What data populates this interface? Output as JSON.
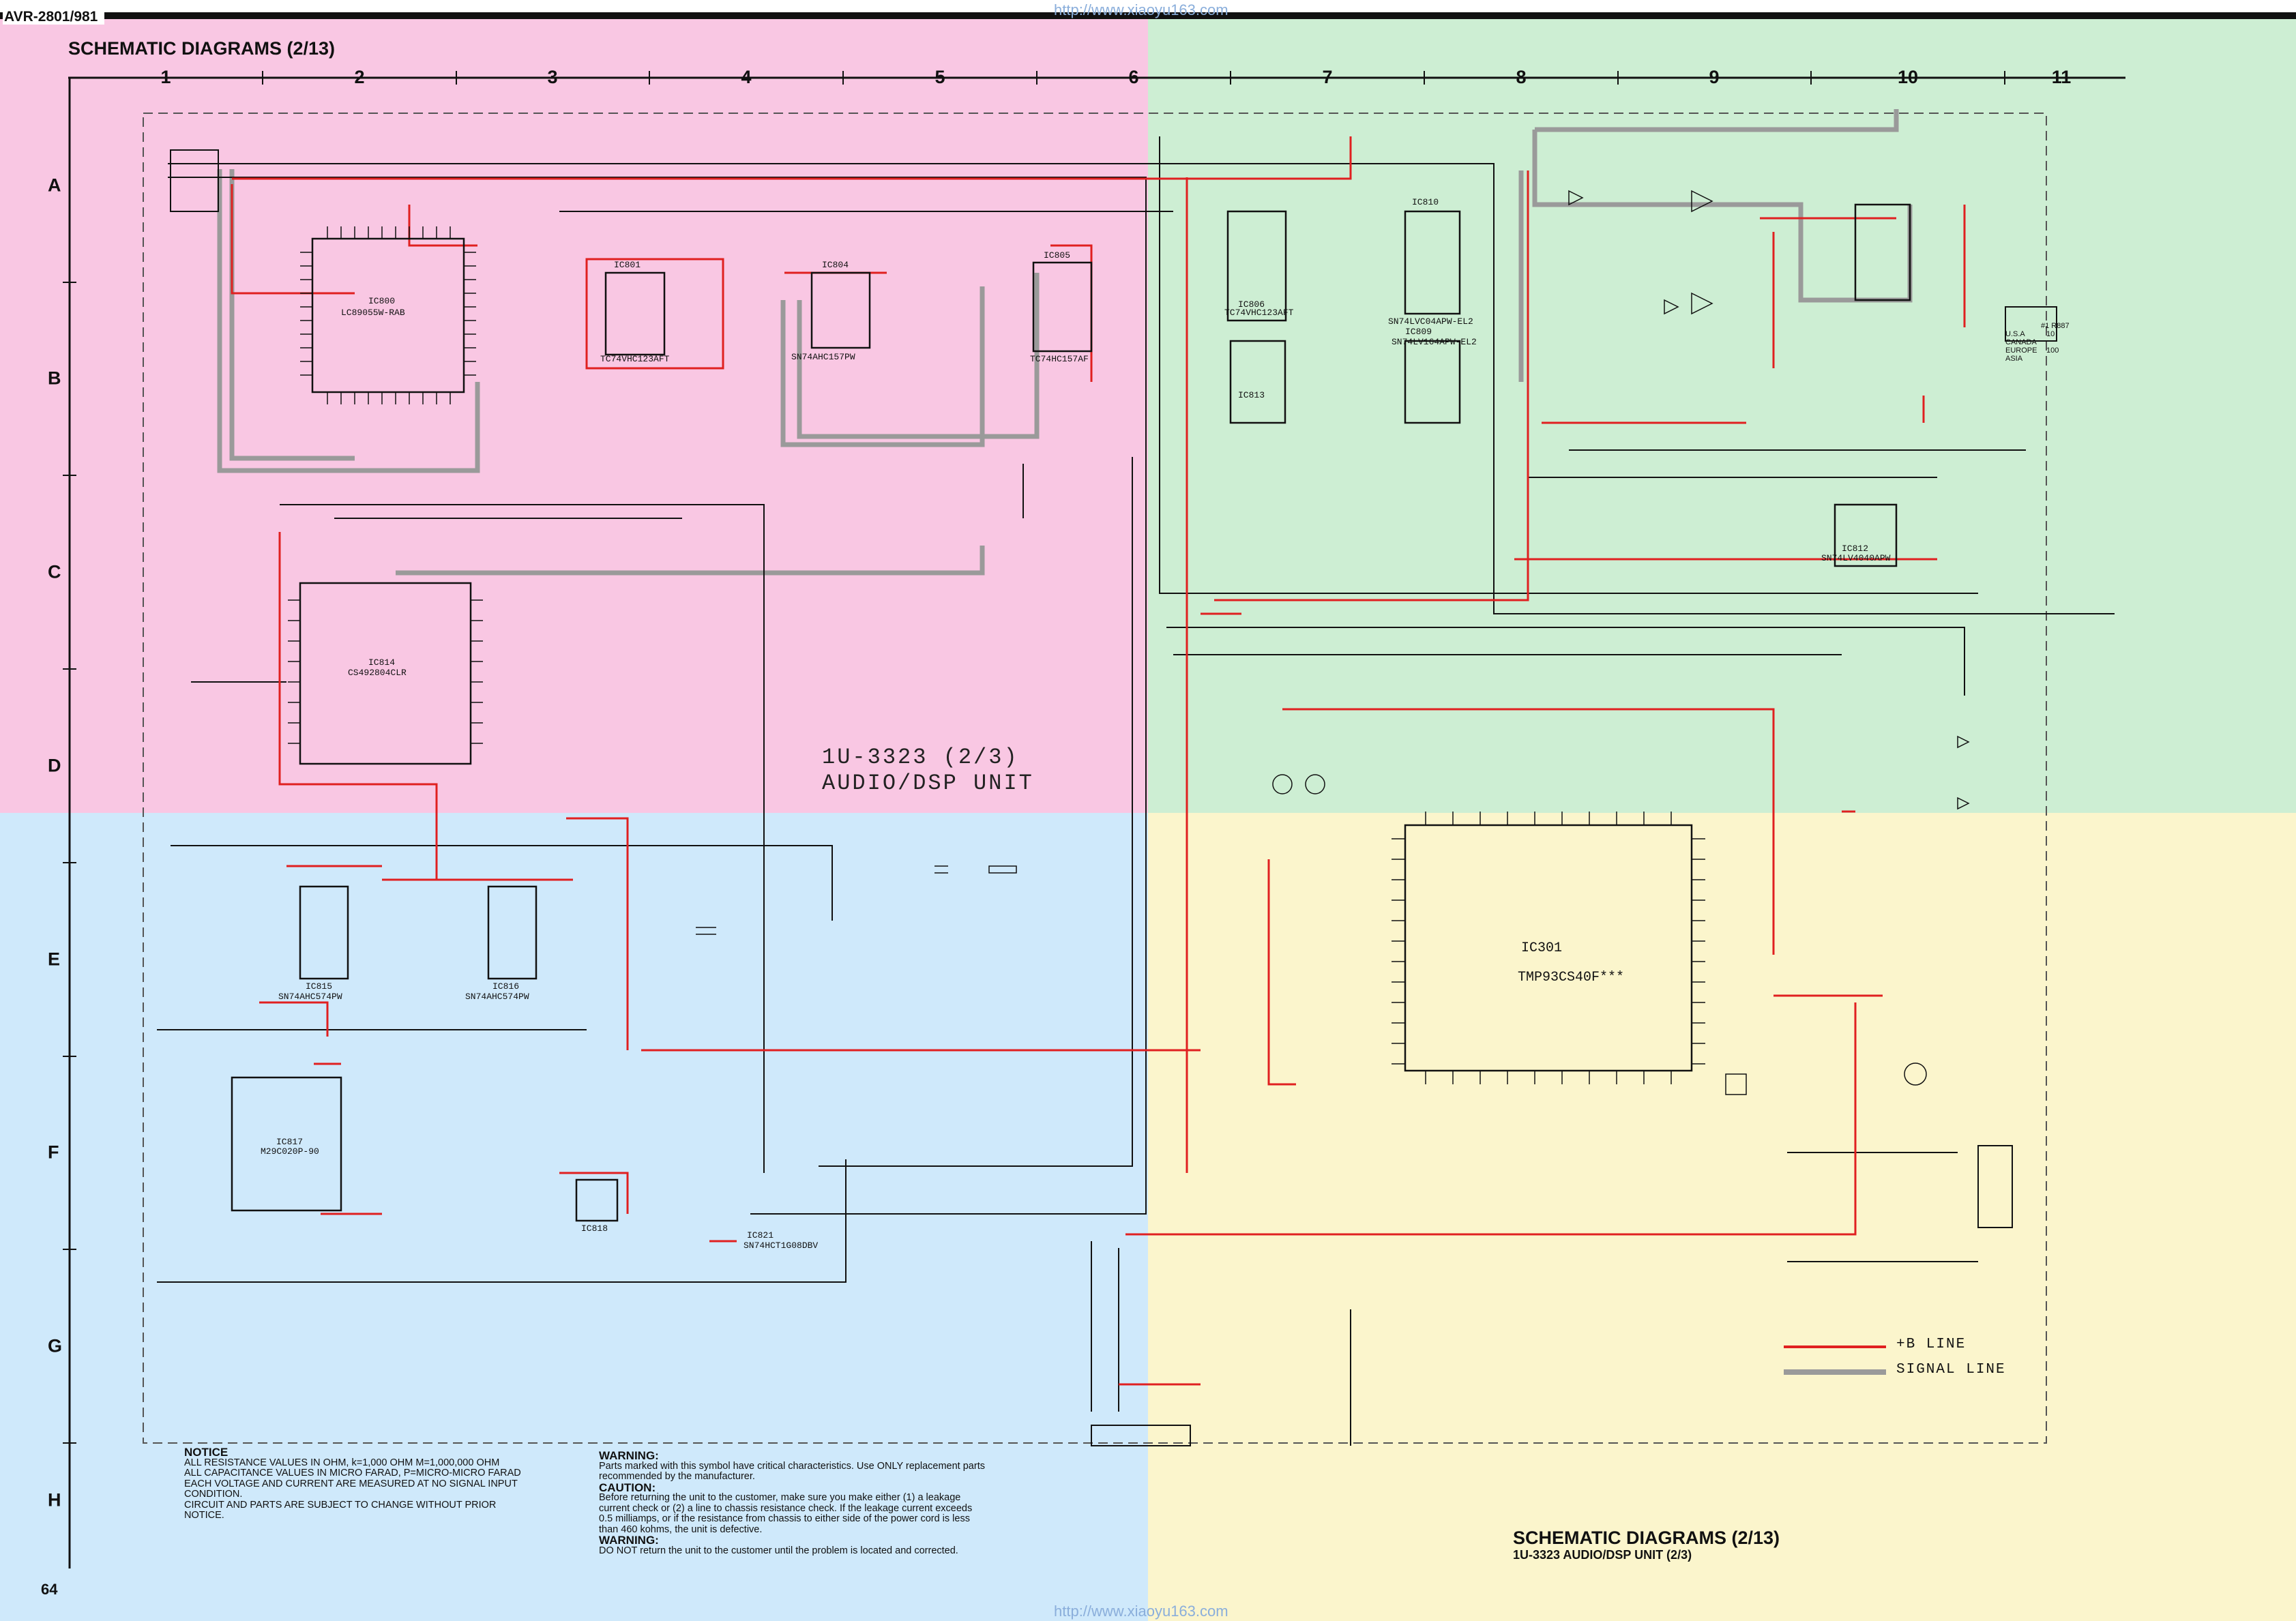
{
  "header": {
    "model": "AVR-2801/981",
    "title": "SCHEMATIC DIAGRAMS (2/13)",
    "url": "http://www.xiaoyu163.com"
  },
  "grid": {
    "columns": [
      "1",
      "2",
      "3",
      "4",
      "5",
      "6",
      "7",
      "8",
      "9",
      "10",
      "11"
    ],
    "rows": [
      "A",
      "B",
      "C",
      "D",
      "E",
      "F",
      "G",
      "H"
    ]
  },
  "quadrant_colors": {
    "pink": "#f9c7e3",
    "green": "#cdeed3",
    "blue": "#cfe9fb",
    "yellow": "#fbf5cc"
  },
  "line_colors": {
    "b_line": "#e02020",
    "signal_line": "#9a9a9a",
    "wire": "#111111"
  },
  "unit_label": {
    "line1": "1U-3323 (2/3)",
    "line2": "AUDIO/DSP UNIT"
  },
  "ics": [
    {
      "ref": "IC800",
      "part": "LC89055W-RAB"
    },
    {
      "ref": "IC801",
      "part": "TC74VHC123AFT"
    },
    {
      "ref": "IC804",
      "part": "SN74AHC157PW"
    },
    {
      "ref": "IC805",
      "part": "TC74HC157AF"
    },
    {
      "ref": "IC806",
      "part": "TC74VHC123AFT"
    },
    {
      "ref": "IC809",
      "part": "SN74LV164APW-EL2"
    },
    {
      "ref": "IC810",
      "part": "SN74LVC04APW-EL2"
    },
    {
      "ref": "IC812",
      "part": "SN74LV4040APW"
    },
    {
      "ref": "IC814",
      "part": "CS492804CLR"
    },
    {
      "ref": "IC815",
      "part": "SN74AHC574PW"
    },
    {
      "ref": "IC816",
      "part": "SN74AHC574PW"
    },
    {
      "ref": "IC817",
      "part": "M29C020P-90"
    },
    {
      "ref": "IC818",
      "part": ""
    },
    {
      "ref": "IC821",
      "part": "SN74HCT1G08DBV"
    },
    {
      "ref": "IC301",
      "part": "TMP93CS40F***"
    },
    {
      "ref": "IC813",
      "part": ""
    }
  ],
  "legend": {
    "b_line": "+B LINE",
    "signal_line": "SIGNAL LINE"
  },
  "notice": {
    "heading": "NOTICE",
    "lines": [
      "ALL RESISTANCE VALUES IN OHM, k=1,000 OHM M=1,000,000 OHM",
      "ALL CAPACITANCE VALUES IN MICRO FARAD, P=MICRO-MICRO FARAD",
      "EACH VOLTAGE AND CURRENT ARE MEASURED AT NO SIGNAL INPUT CONDITION.",
      "CIRCUIT AND PARTS ARE SUBJECT TO CHANGE WITHOUT PRIOR NOTICE."
    ]
  },
  "warning": {
    "heading": "WARNING:",
    "text": "Parts marked with this symbol have critical characteristics. Use ONLY replacement parts recommended by the manufacturer.",
    "caution_heading": "CAUTION:",
    "caution_text": "Before returning the unit to the customer, make sure you make either (1) a leakage current check or (2) a line to chassis resistance check. If the leakage current exceeds 0.5 milliamps, or if the resistance from chassis to either side of the power cord is less than 460 kohms, the unit is defective.",
    "warning2_heading": "WARNING:",
    "warning2_text": "DO NOT return the unit to the customer until the problem is located and corrected."
  },
  "region_table": {
    "header": [
      "",
      "#1 R887"
    ],
    "rows": [
      [
        "U.S.A",
        "10"
      ],
      [
        "CANADA",
        ""
      ],
      [
        "EUROPE",
        "100"
      ],
      [
        "ASIA",
        ""
      ]
    ]
  },
  "footer": {
    "title": "SCHEMATIC DIAGRAMS (2/13)",
    "subtitle": "1U-3323 AUDIO/DSP UNIT (2/3)",
    "page": "64"
  }
}
